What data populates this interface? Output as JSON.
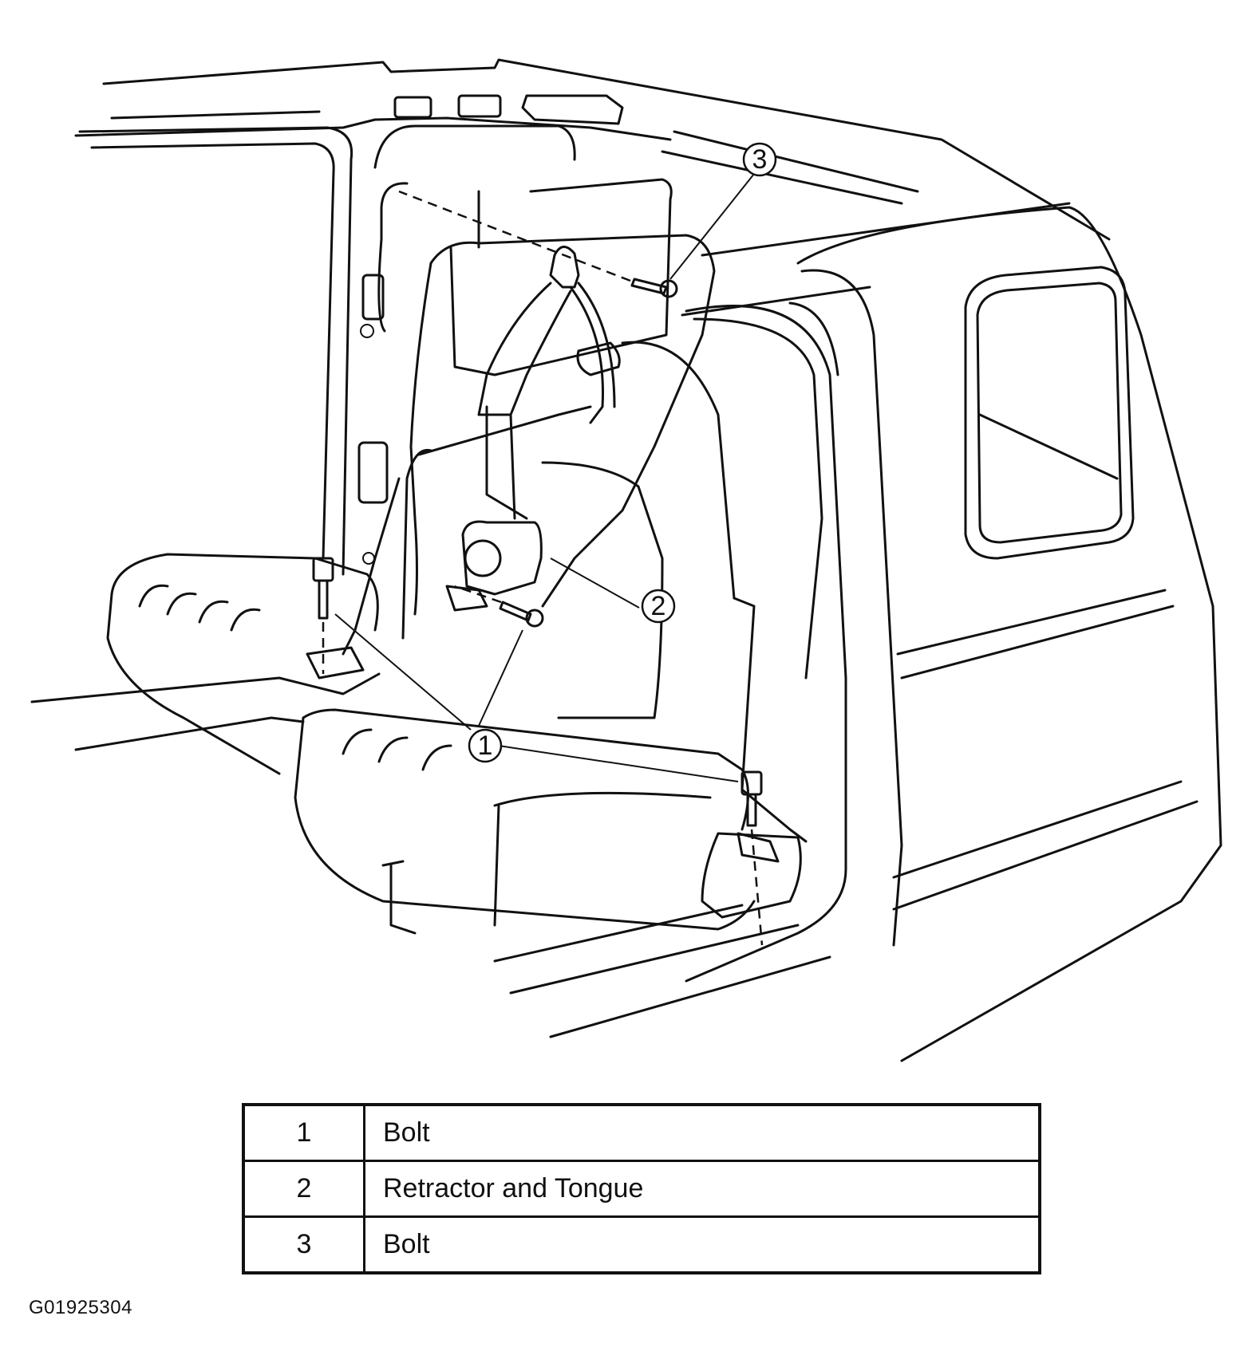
{
  "diagram": {
    "subject": "rear seat belt installation",
    "callouts": [
      "1",
      "2",
      "3"
    ]
  },
  "legend": [
    {
      "number": "1",
      "description": "Bolt"
    },
    {
      "number": "2",
      "description": "Retractor and Tongue"
    },
    {
      "number": "3",
      "description": "Bolt"
    }
  ],
  "figure_id": "G01925304"
}
